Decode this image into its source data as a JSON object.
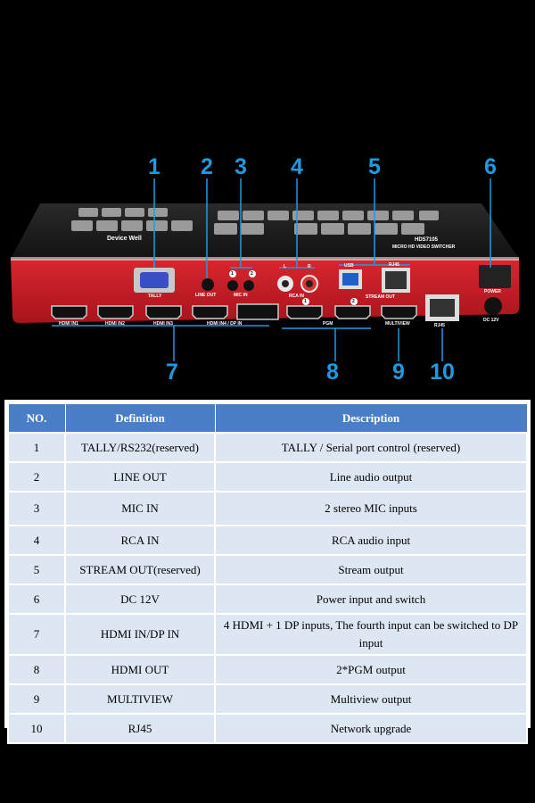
{
  "photo": {
    "brand": "Device Well",
    "model": "HDS7105",
    "subtitle": "MICRO HD VIDEO SWITCHER",
    "port_labels": {
      "tally": "TALLY",
      "line_out": "LINE OUT",
      "mic_in": "MIC IN",
      "rca_in": "RCA IN",
      "usb": "USB",
      "rj45_top": "RJ45",
      "stream_out": "STREAM OUT",
      "power": "POWER",
      "dc": "DC 12V",
      "hdmi1": "HDMI IN1",
      "hdmi2": "HDMI IN2",
      "hdmi3": "HDMI IN3",
      "hdmi4": "HDMI IN4 / DP IN",
      "pgm": "PGM",
      "multiview": "MULTIVIEW",
      "rj45_bottom": "RJ45",
      "rca_l": "L",
      "rca_r": "R",
      "mic1": "1",
      "mic2": "2",
      "pgm1": "1",
      "pgm2": "2"
    },
    "callouts": [
      "1",
      "2",
      "3",
      "4",
      "5",
      "6",
      "7",
      "8",
      "9",
      "10"
    ]
  },
  "table": {
    "headers": [
      "NO.",
      "Definition",
      "Description"
    ],
    "rows": [
      {
        "no": "1",
        "definition": "TALLY/RS232(reserved)",
        "description": "TALLY / Serial port control (reserved)"
      },
      {
        "no": "2",
        "definition": "LINE OUT",
        "description": "Line audio output"
      },
      {
        "no": "3",
        "definition": "MIC IN",
        "description": "2 stereo MIC inputs"
      },
      {
        "no": "4",
        "definition": "RCA IN",
        "description": "RCA audio input"
      },
      {
        "no": "5",
        "definition": "STREAM OUT(reserved)",
        "description": "Stream output"
      },
      {
        "no": "6",
        "definition": "DC 12V",
        "description": "Power input and switch"
      },
      {
        "no": "7",
        "definition": "HDMI IN/DP IN",
        "description": "4 HDMI + 1 DP inputs, The fourth input can be switched to DP input"
      },
      {
        "no": "8",
        "definition": "HDMI OUT",
        "description": "2*PGM output"
      },
      {
        "no": "9",
        "definition": "MULTIVIEW",
        "description": "Multiview output"
      },
      {
        "no": "10",
        "definition": "RJ45",
        "description": "Network upgrade"
      }
    ]
  },
  "colors": {
    "callout": "#1e9be0",
    "chassis": "#c8202a",
    "header_bg": "#4a7fc8",
    "row_bg": "#dde6f3"
  }
}
